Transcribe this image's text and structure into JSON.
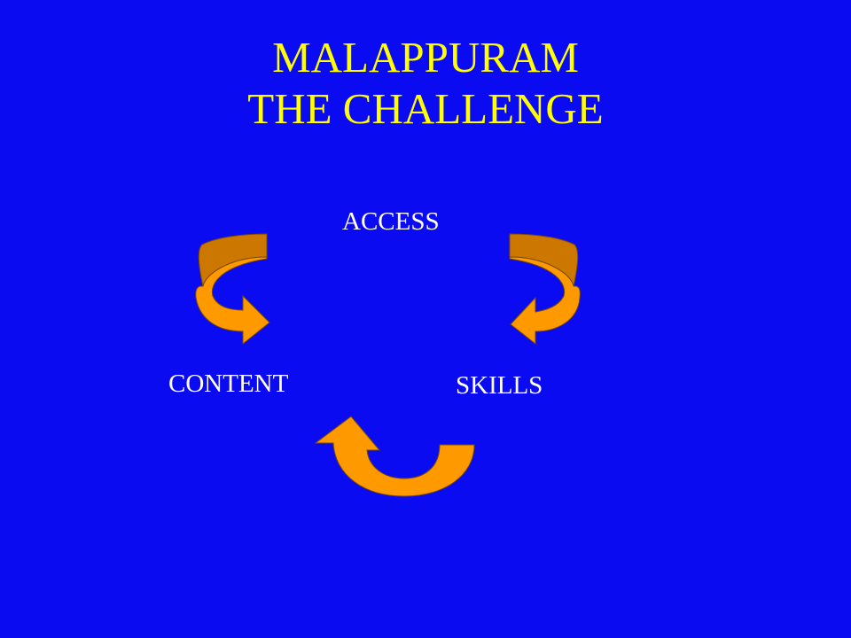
{
  "slide": {
    "title_line1": "MALAPPURAM",
    "title_line2": "THE CHALLENGE"
  },
  "cycle": {
    "nodes": [
      {
        "label": "ACCESS"
      },
      {
        "label": "CONTENT"
      },
      {
        "label": "SKILLS"
      }
    ]
  },
  "colors": {
    "background": "#0b0bf2",
    "title": "#ffff00",
    "labels": "#ffffff",
    "arrow_fill": "#ff9900",
    "arrow_shade": "#cc7700",
    "arrow_stroke": "#7a4a00"
  }
}
